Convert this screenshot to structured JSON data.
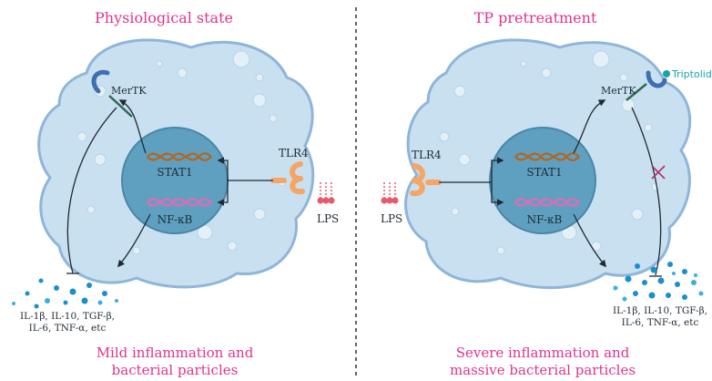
{
  "left_panel": {
    "title": "Physiological state",
    "receptor_label": "MerTK",
    "stat_label": "STAT1",
    "nfkb_label": "NF-κB",
    "tlr_label": "TLR4",
    "lps_label": "LPS",
    "cytokines_line1": "IL-1β, IL-10, TGF-β,",
    "cytokines_line2": "IL-6, TNF-α, etc",
    "outcome_line1": "Mild  inflammation and",
    "outcome_line2": "bacterial particles"
  },
  "right_panel": {
    "title": "TP pretreatment",
    "receptor_label": "MerTK",
    "drug_label": "Triptolide",
    "stat_label": "STAT1",
    "nfkb_label": "NF-κB",
    "tlr_label": "TLR4",
    "lps_label": "LPS",
    "cytokines_line1": "IL-1β, IL-10, TGF-β,",
    "cytokines_line2": "IL-6, TNF-α, etc",
    "outcome_line1": "Severe  inflammation and",
    "outcome_line2": "massive bacterial particles"
  },
  "colors": {
    "cell_fill": "#c9e0f0",
    "cell_stroke": "#8fb5d9",
    "nucleus_fill": "#5fa0c0",
    "dna_stat": "#b5651d",
    "dna_nfkb": "#e36ab8",
    "receptor_tlr": "#f5a565",
    "receptor_mertk": "#3f6fb0",
    "lps": "#e75a6c",
    "particle": "#1a8fd0",
    "title": "#e0338a",
    "drug": "#17a5a5"
  }
}
